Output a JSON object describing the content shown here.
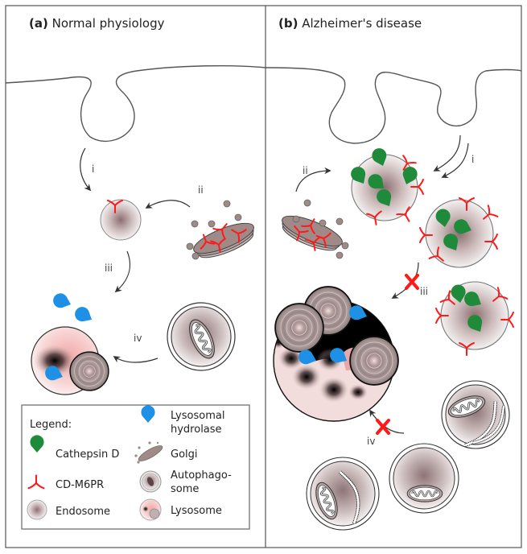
{
  "panels": {
    "a": {
      "label": "(a)",
      "title": "Normal physiology"
    },
    "b": {
      "label": "(b)",
      "title": "Alzheimer's disease"
    }
  },
  "steps": {
    "i": "i",
    "ii": "ii",
    "iii": "iii",
    "iv": "iv"
  },
  "legend": {
    "title": "Legend:",
    "items": [
      {
        "icon": "cathepsin-d-icon",
        "label": "Cathepsin D"
      },
      {
        "icon": "cd-m6pr-icon",
        "label": "CD-M6PR"
      },
      {
        "icon": "endosome-icon",
        "label": "Endosome"
      },
      {
        "icon": "lysosomal-hydrolase-icon",
        "label_lines": [
          "Lysosomal",
          "hydrolase"
        ]
      },
      {
        "icon": "golgi-icon",
        "label": "Golgi"
      },
      {
        "icon": "autophagosome-icon",
        "label_lines": [
          "Autophago-",
          "some"
        ]
      },
      {
        "icon": "lysosome-icon",
        "label": "Lysosome"
      }
    ]
  },
  "colors": {
    "cathepsin_d": "#1e8a3a",
    "cd_m6pr": "#ff1a1a",
    "lysosomal_hydrolase": "#1e90e6",
    "golgi": "#a08a88",
    "blocked_mark": "#ff1a1a",
    "outline": "#333333"
  }
}
